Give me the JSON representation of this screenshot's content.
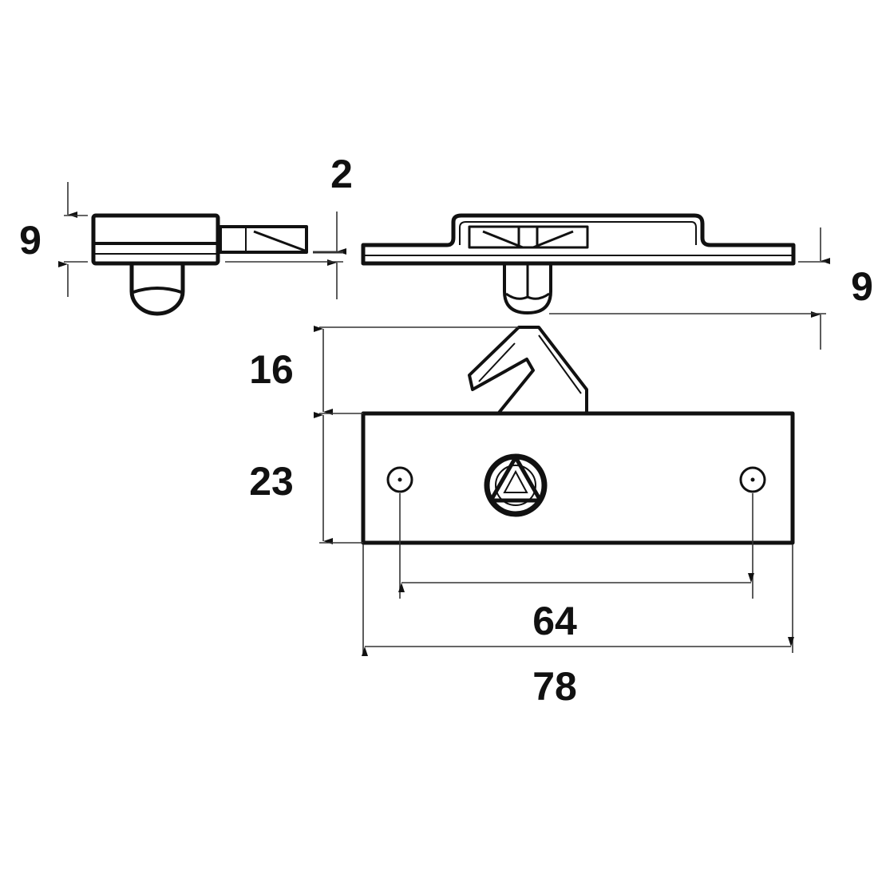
{
  "dimensions": {
    "side_height": "9",
    "tab_offset": "2",
    "front_height": "9",
    "hook_height": "16",
    "plate_height": "23",
    "hole_spacing": "64",
    "plate_width": "78"
  },
  "colors": {
    "line": "#111111",
    "background": "#ffffff"
  }
}
